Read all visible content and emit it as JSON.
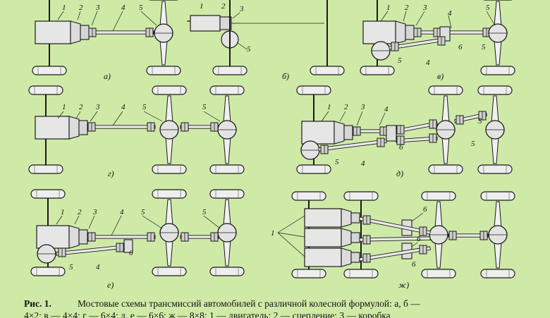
{
  "figure": {
    "caption_label": "Рис. 1.",
    "caption_text": "Мостовые схемы трансмиссий автомобилей с различной колесной формулой: а, б —",
    "caption_line2": "4×2; в — 4×4; г — 6×4; д, е — 6×6; ж — 8×8; 1 — двигатель; 2 — сцепление; 3 — коробка"
  },
  "panel_labels": {
    "a": "а)",
    "b": "б)",
    "v": "в)",
    "g": "г)",
    "d": "д)",
    "e": "е)",
    "zh": "ж)"
  },
  "callouts": {
    "n1": "1",
    "n2": "2",
    "n3": "3",
    "n4": "4",
    "n5": "5",
    "n6": "6"
  },
  "colors": {
    "background": "#cfeaa7",
    "ink": "#1a1a1a",
    "fill": "#e3e3e3"
  }
}
